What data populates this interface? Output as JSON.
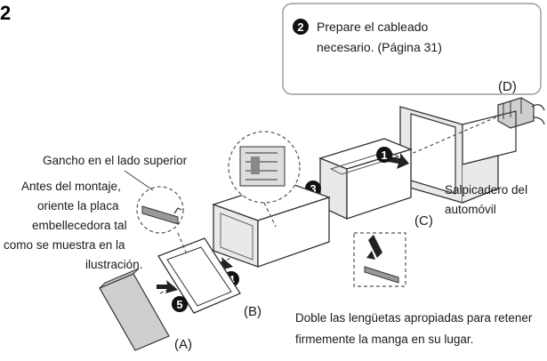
{
  "figure_number": "2",
  "callout": {
    "step": "2",
    "line1": "Prepare el cableado",
    "line2": "necesario. (Página 31)"
  },
  "labels": {
    "hook": "Gancho en el lado superior",
    "trim_note": [
      "Antes del montaje,",
      "oriente la placa",
      "embellecedora tal",
      "como se muestra en la",
      "ilustración."
    ],
    "dashboard": [
      "Salpicadero del",
      "automóvil"
    ],
    "tabs_note": [
      "Doble las lengüetas apropiadas para retener",
      "firmemente la manga en su lugar."
    ]
  },
  "part_letters": {
    "a": "(A)",
    "b": "(B)",
    "c": "(C)",
    "d": "(D)"
  },
  "steps": [
    "1",
    "3",
    "4",
    "5"
  ]
}
